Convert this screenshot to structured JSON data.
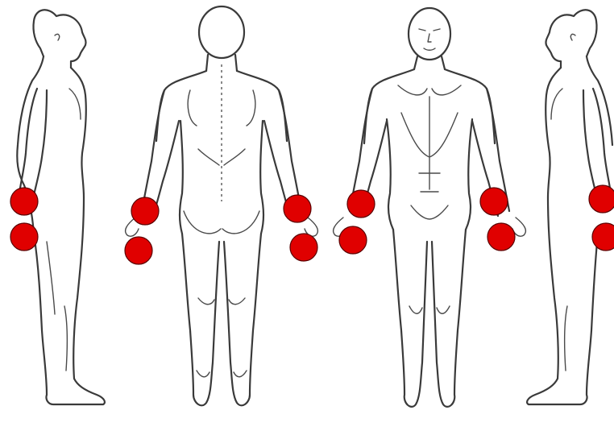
{
  "figures": [
    {
      "id": "side-left",
      "view": "side"
    },
    {
      "id": "back",
      "view": "back"
    },
    {
      "id": "front",
      "view": "front"
    },
    {
      "id": "side-right",
      "view": "side"
    }
  ],
  "marker_color": "#e00000",
  "markers": [
    {
      "figure": "side-left",
      "site": "wrist"
    },
    {
      "figure": "side-left",
      "site": "hand"
    },
    {
      "figure": "back",
      "site": "right-wrist"
    },
    {
      "figure": "back",
      "site": "right-hand"
    },
    {
      "figure": "back",
      "site": "left-wrist"
    },
    {
      "figure": "back",
      "site": "left-hand"
    },
    {
      "figure": "front",
      "site": "right-wrist"
    },
    {
      "figure": "front",
      "site": "right-hand"
    },
    {
      "figure": "front",
      "site": "left-wrist"
    },
    {
      "figure": "front",
      "site": "left-hand"
    },
    {
      "figure": "side-right",
      "site": "wrist"
    },
    {
      "figure": "side-right",
      "site": "hand"
    }
  ]
}
